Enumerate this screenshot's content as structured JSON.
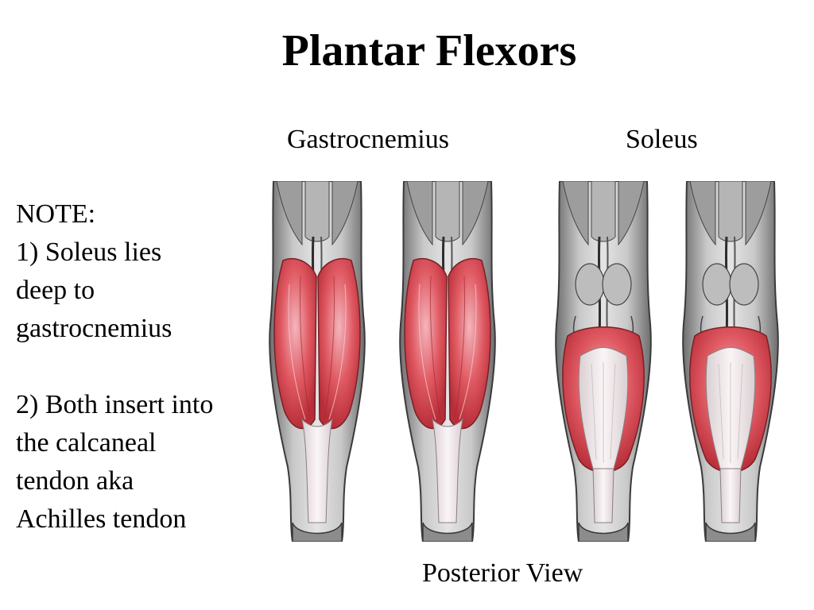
{
  "title": "Plantar Flexors",
  "labels": {
    "gastrocnemius": "Gastrocnemius",
    "soleus": "Soleus"
  },
  "note": {
    "heading": "NOTE:",
    "point1": [
      "1) Soleus lies",
      "deep to",
      "gastrocnemius"
    ],
    "point2": [
      "2) Both insert into",
      "the calcaneal",
      "tendon aka",
      "Achilles tendon"
    ]
  },
  "caption": "Posterior View",
  "colors": {
    "muscle_red": "#d8404a",
    "muscle_highlight": "#f4b6bd",
    "tendon": "#f1e8ea",
    "bone_gray": "#a9a9a9",
    "outline": "#3a3a3a"
  }
}
